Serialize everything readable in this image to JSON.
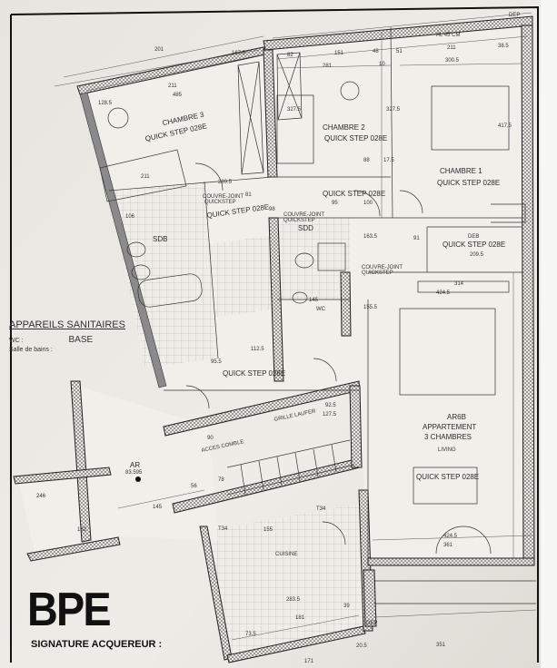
{
  "rooms": {
    "chambre3": {
      "name": "CHAMBRE 3",
      "floor": "QUICK STEP 028E"
    },
    "chambre2": {
      "name": "CHAMBRE 2",
      "floor": "QUICK STEP 028E"
    },
    "chambre1": {
      "name": "CHAMBRE 1",
      "floor": "QUICK STEP 028E"
    },
    "hall_top": {
      "floor": "QUICK STEP 028E"
    },
    "corridor_left": {
      "floor": "QUICK STEP 028E"
    },
    "hall_lower": {
      "floor": "QUICK STEP 028E"
    },
    "sdb": {
      "name": "SDB"
    },
    "sdd": {
      "name": "SDD"
    },
    "wc": {
      "name": "WC"
    },
    "deb": {
      "name": "DEB",
      "floor": "QUICK STEP 028E"
    },
    "grille": {
      "name": "GRILLE LAUFER"
    },
    "acces": {
      "name": "ACCES COMBLE"
    },
    "ar": {
      "name": "AR",
      "level": "83.595"
    },
    "living": {
      "unit": "AR6B",
      "type": "APPARTEMENT",
      "bedrooms": "3 CHAMBRES",
      "name": "LIVING",
      "floor": "QUICK STEP 028E"
    },
    "cuisine": {
      "name": "CUISINE"
    },
    "t34a": "T34",
    "t34b": "T34"
  },
  "annotations": {
    "couvre_joint": "COUVRE-JOINT",
    "quickstep": "QUICKSTEP",
    "dep": "DEP",
    "window_height": "AL 45 CM"
  },
  "dimensions": [
    "167.5",
    "201",
    "211",
    "485",
    "128.5",
    "211",
    "220.5",
    "81",
    "151",
    "48",
    "51",
    "211",
    "38.5",
    "281",
    "10",
    "300.5",
    "82",
    "327.5",
    "327.5",
    "417.5",
    "88",
    "17.5",
    "95",
    "100",
    "106",
    "98",
    "145",
    "112.5",
    "95.5",
    "424.5",
    "361",
    "314",
    "209.5",
    "91",
    "163.5",
    "155.5",
    "92.5",
    "127.5",
    "90",
    "78",
    "56",
    "145",
    "246",
    "182",
    "155",
    "283.5",
    "73.5",
    "181",
    "171",
    "39",
    "20.5",
    "351",
    "424.5"
  ],
  "legend": {
    "title": "APPAREILS SANITAIRES",
    "wc_label": "WC :",
    "wc_value": "BASE",
    "bath_label": "Salle de bains :"
  },
  "branding": {
    "logo": "BPE",
    "signature": "SIGNATURE ACQUEREUR :"
  }
}
